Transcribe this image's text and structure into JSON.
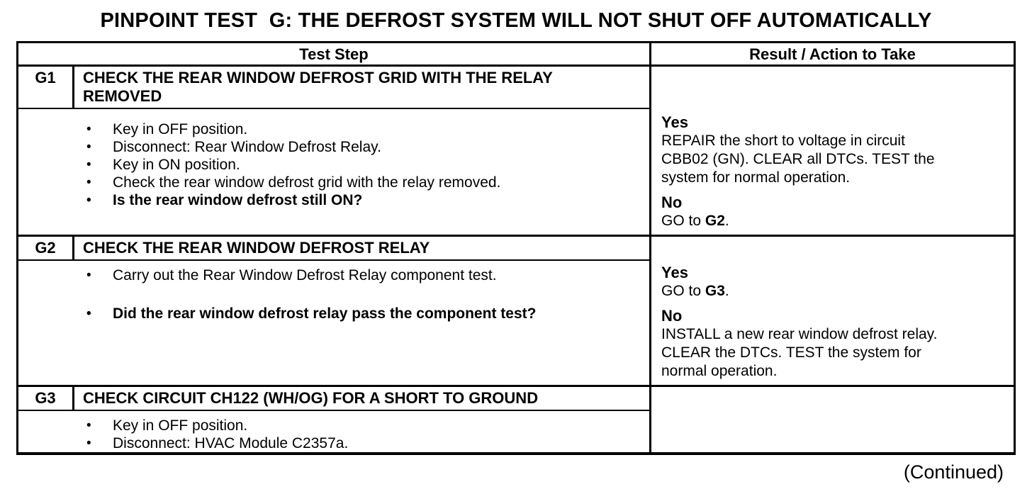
{
  "page": {
    "title": "PINPOINT TEST  G: THE DEFROST SYSTEM WILL NOT SHUT OFF AUTOMATICALLY",
    "continued_note": "(Continued)"
  },
  "colors": {
    "text": "#000000",
    "background": "#ffffff",
    "border": "#000000"
  },
  "table": {
    "headers": {
      "test_step": "Test Step",
      "result": "Result / Action to Take"
    },
    "bullet_glyph": "•",
    "steps": [
      {
        "code": "G1",
        "heading": "CHECK THE REAR WINDOW DEFROST GRID WITH THE RELAY REMOVED",
        "bullets": [
          "Key in OFF position.",
          "Disconnect: Rear Window Defrost Relay.",
          "Key in ON position.",
          "Check the rear window defrost grid with the relay removed.",
          "Is the rear window defrost still ON?"
        ],
        "result": {
          "yes_label": "Yes",
          "yes_lines": [
            "REPAIR the short to voltage in circuit",
            "CBB02 (GN). CLEAR all DTCs. TEST the",
            "system for normal operation."
          ],
          "no_label": "No",
          "no_goto": {
            "prefix": "GO to ",
            "target": "G2",
            "suffix": "."
          }
        }
      },
      {
        "code": "G2",
        "heading": "CHECK THE REAR WINDOW DEFROST RELAY",
        "bullets": [
          "Carry out the Rear Window Defrost Relay component test.",
          "Did the rear window defrost relay pass the component test?"
        ],
        "result": {
          "yes_label": "Yes",
          "yes_goto": {
            "prefix": "GO to ",
            "target": "G3",
            "suffix": "."
          },
          "no_label": "No",
          "no_lines": [
            "INSTALL a new rear window defrost relay.",
            "CLEAR the DTCs. TEST the system for",
            "normal operation."
          ]
        }
      },
      {
        "code": "G3",
        "heading": "CHECK CIRCUIT CH122 (WH/OG) FOR A SHORT TO GROUND",
        "bullets": [
          "Key in OFF position.",
          "Disconnect: HVAC Module C2357a."
        ]
      }
    ]
  }
}
